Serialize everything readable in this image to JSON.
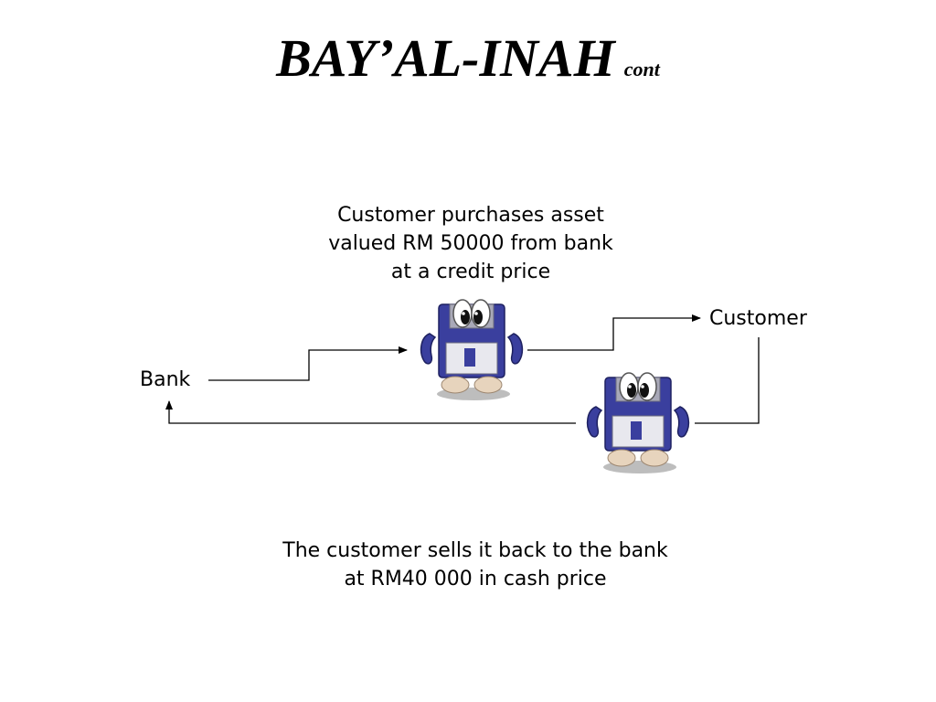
{
  "slide": {
    "title": "BAY’AL-INAH",
    "title_suffix": "cont",
    "caption_top_lines": [
      "Customer purchases asset",
      "valued RM 50000 from bank",
      "at a credit price"
    ],
    "caption_bottom_lines": [
      "The customer sells it back to the bank",
      "at RM40 000 in cash price"
    ]
  },
  "nodes": {
    "bank": "Bank",
    "customer": "Customer"
  },
  "icons": {
    "asset_character": "floppy-disk-mascot-icon"
  },
  "colors": {
    "disk_body": "#3a3f9e",
    "disk_shutter": "#a9a9b8",
    "arrow": "#000000",
    "background": "#ffffff"
  }
}
